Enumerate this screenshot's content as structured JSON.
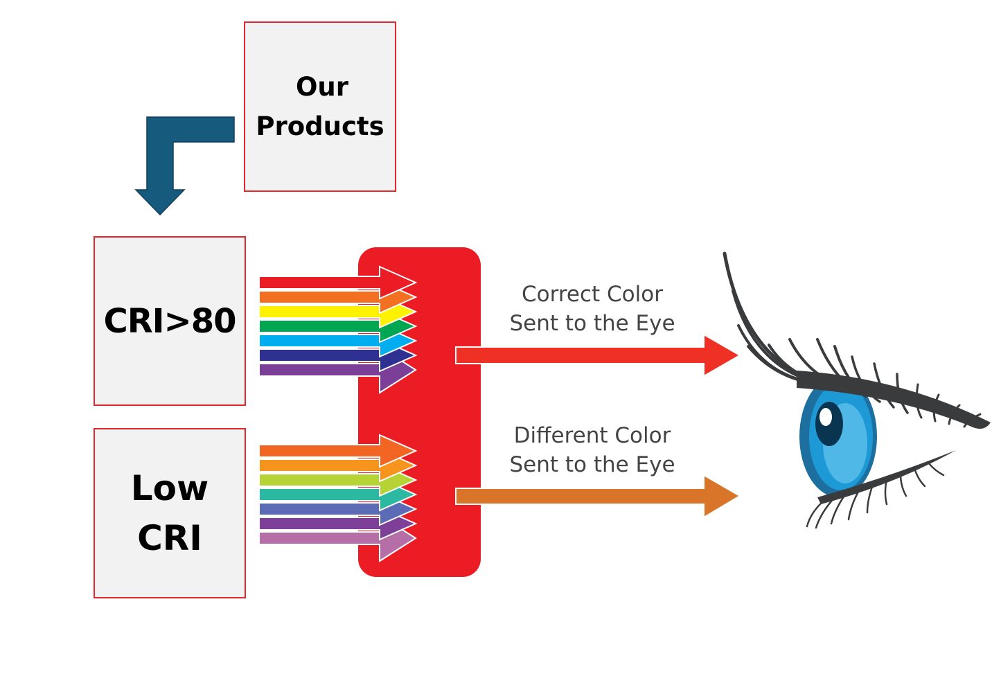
{
  "products_box": {
    "line1": "Our",
    "line2": "Products"
  },
  "high_cri_box": {
    "label": "CRI>80"
  },
  "low_cri_box": {
    "line1": "Low",
    "line2": "CRI"
  },
  "correct_label": {
    "line1": "Correct Color",
    "line2": "Sent to the Eye"
  },
  "different_label": {
    "line1": "Different Color",
    "line2": "Sent to the Eye"
  },
  "colors": {
    "box_border": "#e3262b",
    "box_fill": "#f2f2f2",
    "filter_red": "#ec1c24",
    "correct_arrow": "#ee3124",
    "different_arrow": "#d97528",
    "bend_arrow": "#165a7e",
    "iris": "#1d9ad6",
    "lash": "#3a3b3d"
  },
  "spectrum_high": [
    "#ec1c24",
    "#f36f21",
    "#fff200",
    "#00a651",
    "#00aeef",
    "#2e3192",
    "#7b3f98"
  ],
  "spectrum_low": [
    "#f26522",
    "#f7941d",
    "#b5d334",
    "#2bb9a2",
    "#5c6bb5",
    "#7d3f98",
    "#b66fa6"
  ]
}
